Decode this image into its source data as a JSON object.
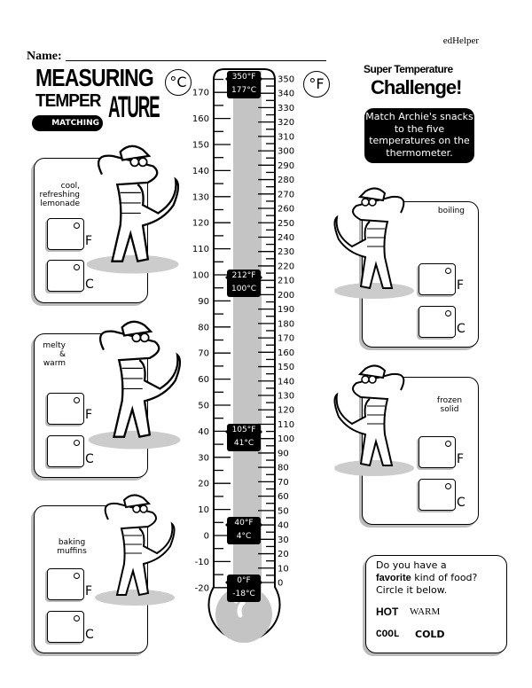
{
  "brand": "edHelper",
  "name_label": "Name:",
  "title": {
    "line1": "MEASURING",
    "line2": "TEMPER",
    "line2b": "ATURE",
    "badge": "MATCHING"
  },
  "units": {
    "celsius": "°C",
    "fahrenheit": "°F"
  },
  "thermometer": {
    "celsius_ticks": [
      170,
      160,
      150,
      140,
      130,
      120,
      110,
      100,
      90,
      80,
      70,
      60,
      50,
      40,
      30,
      20,
      10,
      0,
      -10,
      -20
    ],
    "fahrenheit_ticks": [
      350,
      340,
      330,
      320,
      310,
      300,
      290,
      280,
      270,
      260,
      250,
      240,
      230,
      220,
      210,
      200,
      190,
      180,
      170,
      160,
      150,
      140,
      130,
      120,
      110,
      100,
      90,
      80,
      70,
      60,
      50,
      40,
      30,
      20,
      10,
      0
    ],
    "markers": [
      {
        "f": "350°F",
        "c": "177°C",
        "value_f": 350
      },
      {
        "f": "212°F",
        "c": "100°C",
        "value_f": 212
      },
      {
        "f": "105°F",
        "c": "41°C",
        "value_f": 105
      },
      {
        "f": "40°F",
        "c": "4°C",
        "value_f": 40
      },
      {
        "f": "0°F",
        "c": "-18°C",
        "value_f": 0
      }
    ],
    "colors": {
      "tube": "#c4c4c4"
    }
  },
  "challenge": {
    "line1": "Super Temperature",
    "line2": "Challenge!",
    "instructions": "Match Archie's snacks to the five temperatures on the thermometer."
  },
  "snacks": [
    {
      "caption": "cool, refreshing lemonade",
      "f_label": "F",
      "c_label": "C"
    },
    {
      "caption": "melty & warm",
      "f_label": "F",
      "c_label": "C"
    },
    {
      "caption": "baking muffins",
      "f_label": "F",
      "c_label": "C"
    },
    {
      "caption": "boiling",
      "f_label": "F",
      "c_label": "C"
    },
    {
      "caption": "frozen solid",
      "f_label": "F",
      "c_label": "C"
    }
  ],
  "favorite": {
    "pre": "Do you have a",
    "bold": "favorite",
    "post": "kind of food?",
    "line3": "Circle it below.",
    "words": [
      "HOT",
      "WARM",
      "COOL",
      "COLD"
    ]
  }
}
